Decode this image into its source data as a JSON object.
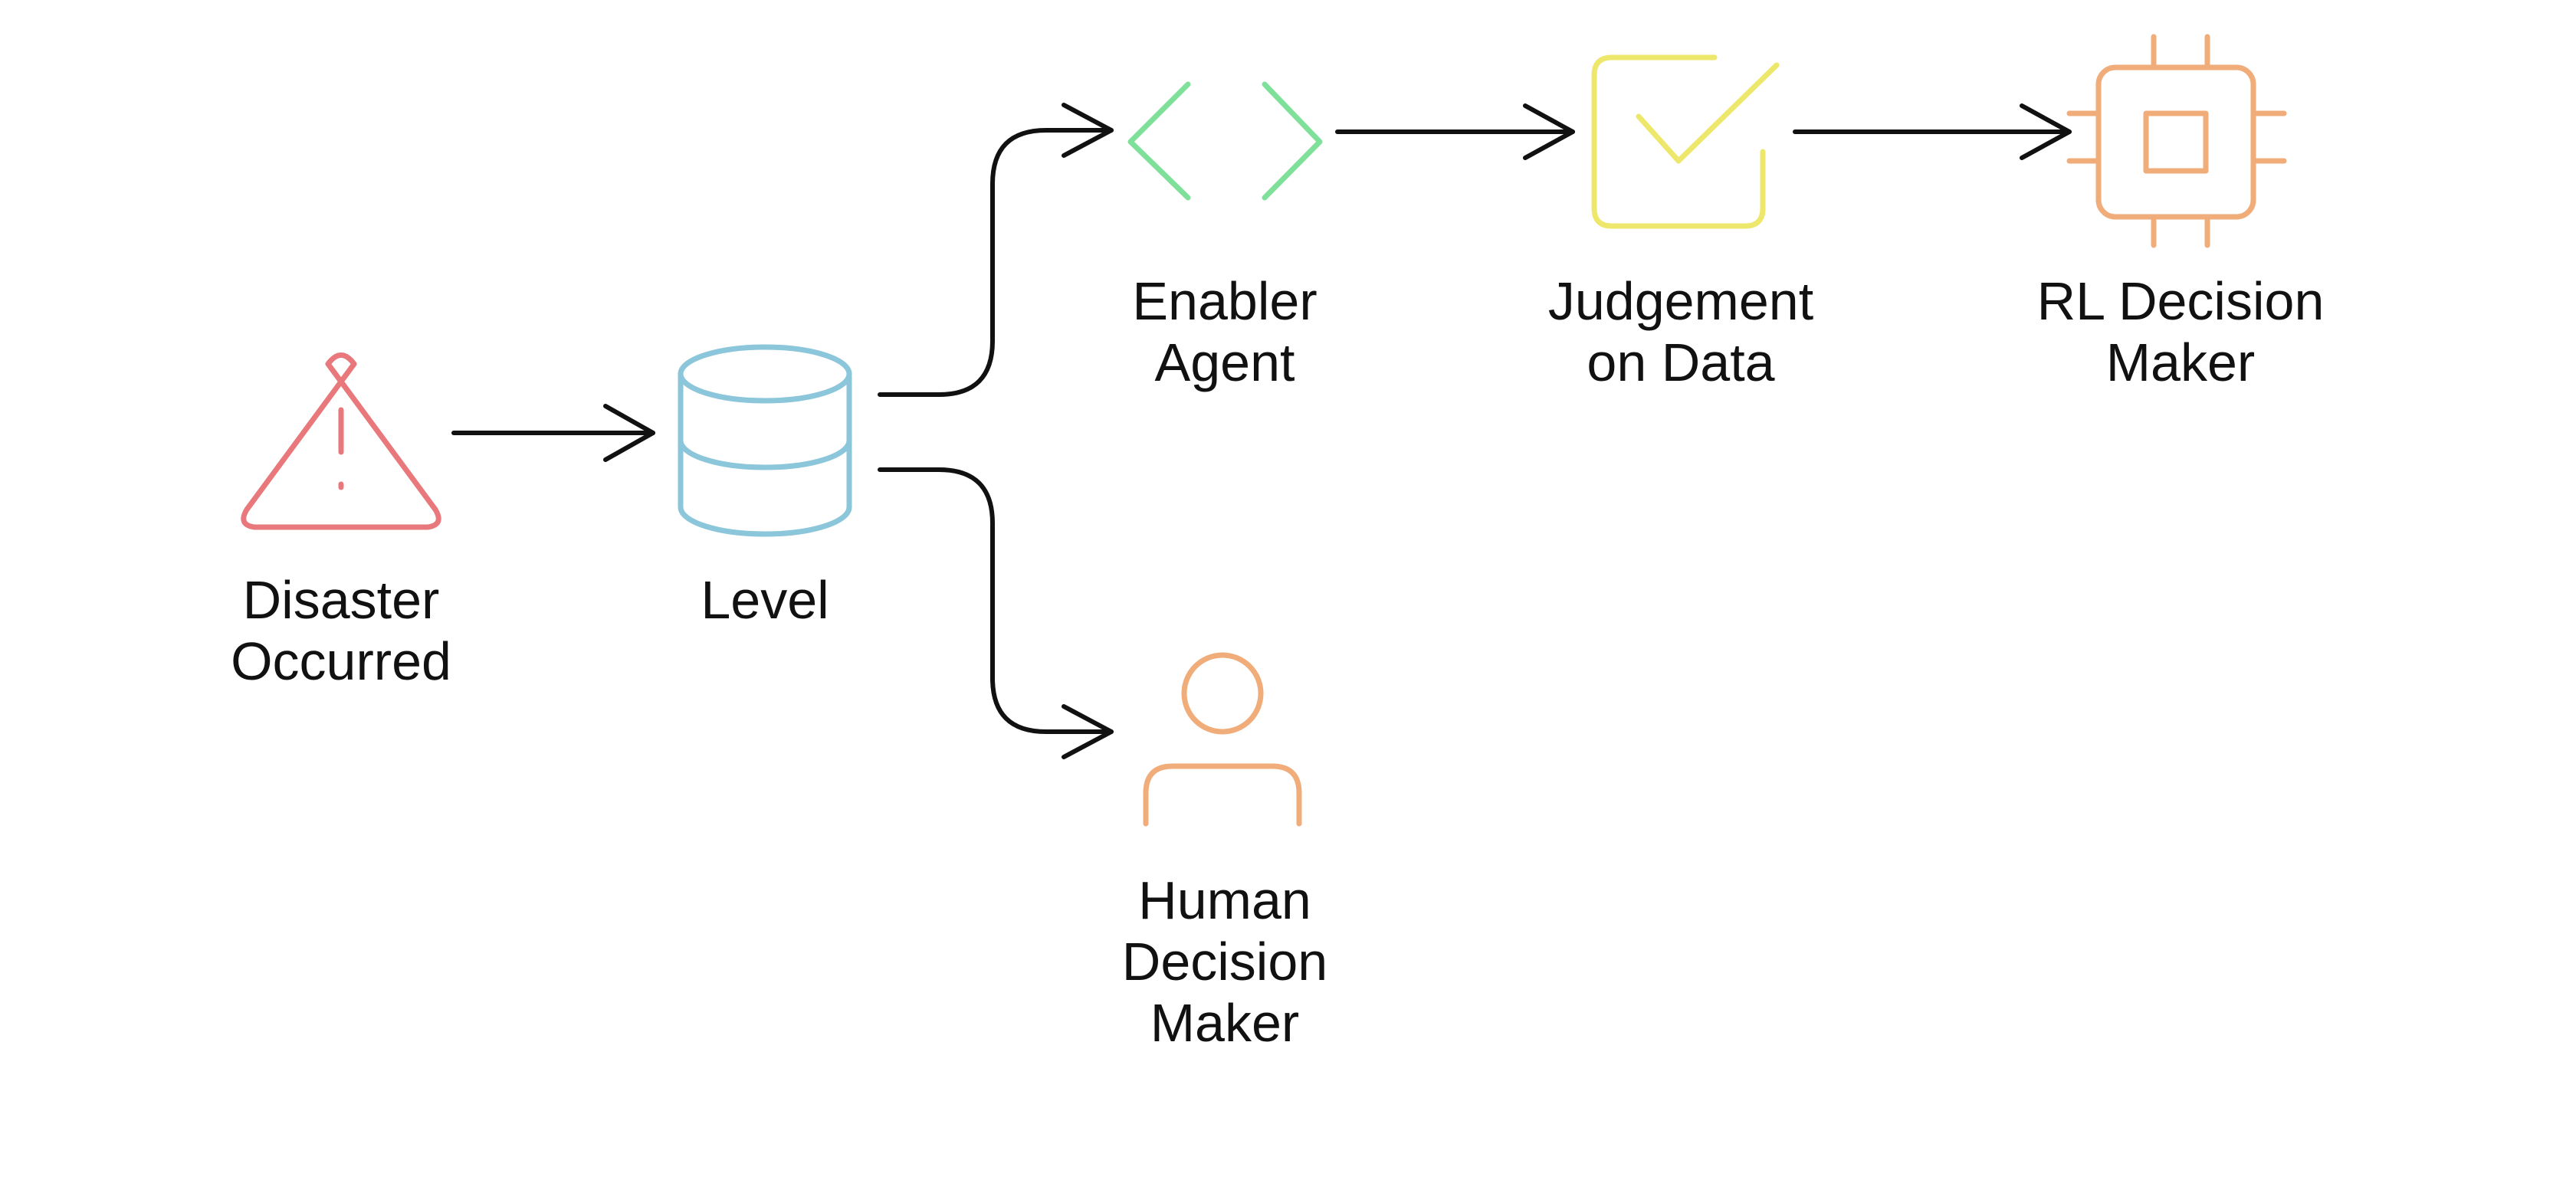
{
  "colors": {
    "alert": "#E8787B",
    "database": "#8CC6DB",
    "code": "#7FE09A",
    "check": "#EDE86C",
    "chip": "#F0AC79",
    "person": "#F0AC79",
    "connector": "#111111"
  },
  "nodes": {
    "disaster": {
      "icon": "warning-triangle-icon",
      "line1": "Disaster",
      "line2": "Occurred"
    },
    "level": {
      "icon": "database-icon",
      "line1": "Level"
    },
    "enabler": {
      "icon": "code-brackets-icon",
      "line1": "Enabler",
      "line2": "Agent"
    },
    "judgement": {
      "icon": "checkbox-icon",
      "line1": "Judgement",
      "line2": "on Data"
    },
    "rl": {
      "icon": "cpu-chip-icon",
      "line1": "RL Decision",
      "line2": "Maker"
    },
    "human": {
      "icon": "person-icon",
      "line1": "Human",
      "line2": "Decision",
      "line3": "Maker"
    }
  }
}
